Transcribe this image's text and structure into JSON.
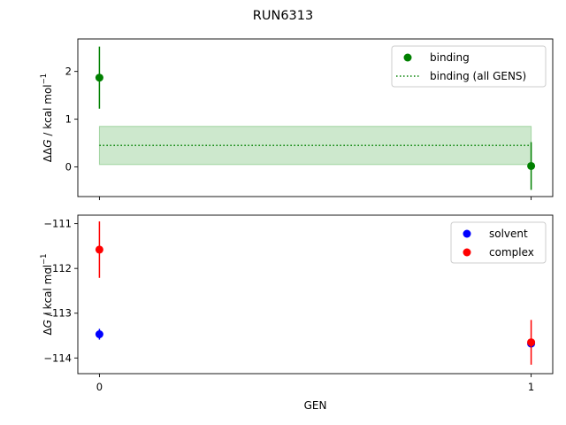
{
  "figure_title": "RUN6313",
  "xlabel": "GEN",
  "chart_data": [
    {
      "type": "scatter",
      "ylabel_main": "ΔΔ",
      "ylabel_var": "G",
      "ylabel_unit": " / kcal mol",
      "ylabel_exp": "−1",
      "ylim": [
        -0.62,
        2.68
      ],
      "xlim": [
        -0.05,
        1.05
      ],
      "yticks": [
        0,
        1,
        2
      ],
      "ytick_labels": [
        "0",
        "1",
        "2"
      ],
      "xticks": [
        0,
        1
      ],
      "show_xtick_labels": false,
      "grid": false,
      "legend": {
        "placement": "upper right",
        "entries": [
          "binding",
          "binding (all GENS)"
        ]
      },
      "series": [
        {
          "name": "binding",
          "color": "#008000",
          "x": [
            0,
            1
          ],
          "y": [
            1.87,
            0.02
          ],
          "yerr": [
            0.65,
            0.5
          ]
        }
      ],
      "reference": {
        "name": "binding (all GENS)",
        "color": "#008000",
        "y": 0.45,
        "band": [
          0.05,
          0.85
        ],
        "band_color": "#2ca02c",
        "band_opacity": 0.24
      }
    },
    {
      "type": "scatter",
      "ylabel_main": "Δ",
      "ylabel_var": "G",
      "ylabel_unit": " / kcal mol",
      "ylabel_exp": "−1",
      "ylim": [
        -114.35,
        -110.81
      ],
      "xlim": [
        -0.05,
        1.05
      ],
      "yticks": [
        -111,
        -112,
        -113,
        -114
      ],
      "ytick_labels": [
        "−111",
        "−112",
        "−113",
        "−114"
      ],
      "xticks": [
        0,
        1
      ],
      "xtick_labels": [
        "0",
        "1"
      ],
      "grid": false,
      "legend": {
        "placement": "upper right",
        "entries": [
          "solvent",
          "complex"
        ]
      },
      "series": [
        {
          "name": "solvent",
          "color": "#0000ff",
          "x": [
            0,
            1
          ],
          "y": [
            -113.47,
            -113.68
          ],
          "yerr": [
            0.12,
            0.05
          ]
        },
        {
          "name": "complex",
          "color": "#ff0000",
          "x": [
            0,
            1
          ],
          "y": [
            -111.58,
            -113.65
          ],
          "yerr": [
            0.63,
            0.5
          ]
        }
      ]
    }
  ]
}
